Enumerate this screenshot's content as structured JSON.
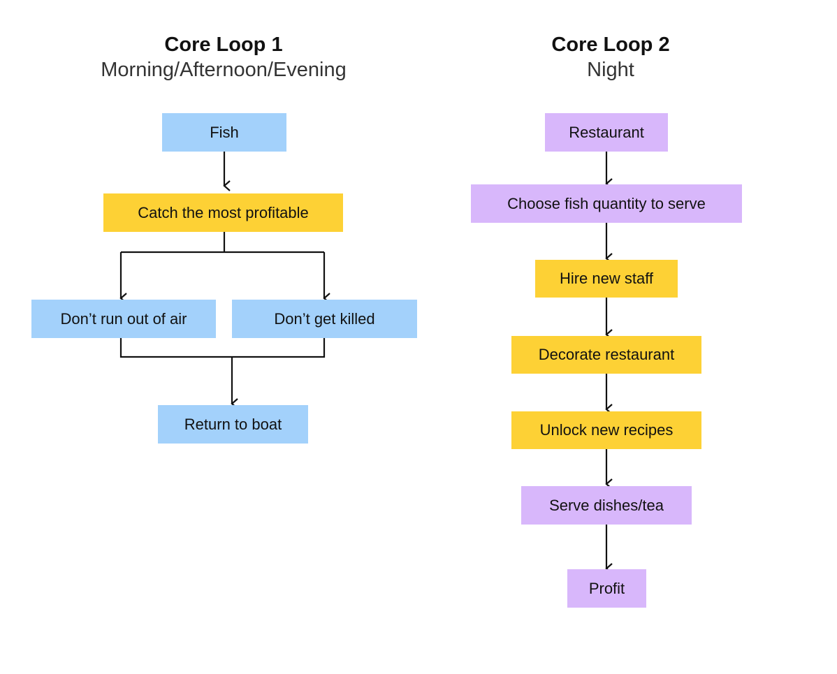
{
  "loop1": {
    "title": "Core Loop 1",
    "subtitle": "Morning/Afternoon/Evening",
    "nodes": {
      "fish": "Fish",
      "catch": "Catch the most profitable",
      "air": "Don’t run out of air",
      "killed": "Don’t get killed",
      "return": "Return to boat"
    }
  },
  "loop2": {
    "title": "Core Loop 2",
    "subtitle": "Night",
    "nodes": {
      "restaurant": "Restaurant",
      "choose": "Choose fish quantity to serve",
      "hire": "Hire new staff",
      "decorate": "Decorate restaurant",
      "unlock": "Unlock new recipes",
      "serve": "Serve dishes/tea",
      "profit": "Profit"
    }
  },
  "colors": {
    "blue": "#a3d1fb",
    "yellow": "#fdd135",
    "purple": "#d8b7fb",
    "line": "#111111"
  }
}
